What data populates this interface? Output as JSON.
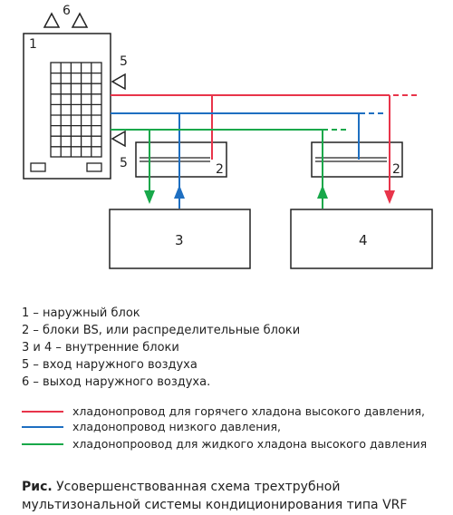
{
  "diagram": {
    "labels": {
      "outdoor_unit": "1",
      "bs_unit_left": "2",
      "bs_unit_right": "2",
      "indoor_left": "3",
      "indoor_right": "4",
      "inlet_top": "5",
      "inlet_bottom": "5",
      "outlet": "6"
    }
  },
  "legend_items": [
    "1 – наружный блок",
    "2 – блоки BS, или распределительные блоки",
    "3 и 4 – внутренние блоки",
    "5 – вход наружного воздуха",
    "6 – выход наружного воздуха."
  ],
  "line_legend": [
    {
      "label": "хладонопровод для горячего хладона высокого давления,",
      "color": "#e8344a"
    },
    {
      "label": "хладонопровод низкого давления,",
      "color": "#1e6fc1"
    },
    {
      "label": "хладонопроовод для жидкого хладона высокого давления",
      "color": "#18a84a"
    }
  ],
  "caption": {
    "prefix": "Рис.",
    "text": " Усовершенствованная схема трехтрубной мультизональной системы кондиционирования типа VRF"
  },
  "colors": {
    "red": "#e8344a",
    "blue": "#1e6fc1",
    "green": "#18a84a",
    "stroke": "#222222"
  }
}
